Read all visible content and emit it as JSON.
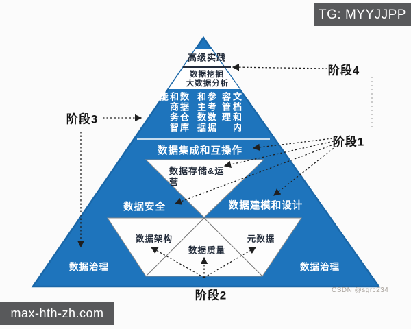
{
  "watermarks": {
    "tg_banner": "TG: MYYJJPP",
    "site_banner": "max-hth-zh.com",
    "csdn": "CSDN @sgrc234"
  },
  "colors": {
    "pyramid_blue": "#1e74bc",
    "pyramid_edge": "#1a67a8",
    "banner_gray": "#58595b",
    "dark_text": "#232c3b"
  },
  "stages": {
    "stage1": "阶段1",
    "stage2": "阶段2",
    "stage3": "阶段3",
    "stage4": "阶段4"
  },
  "pyramid": {
    "top_box": {
      "line1": "高级实践",
      "line2": "数据挖掘",
      "line3": "大数据分析"
    },
    "columns": [
      "能",
      "和商务智",
      "数据仓库",
      "和主数据",
      "参考数据",
      "容管理",
      "文档和内"
    ],
    "integration": "数据集成和互操作",
    "storage_line1": "数据存储&运",
    "storage_line2": "营",
    "security": "数据安全",
    "modeling": "数据建模和设计",
    "architecture": "数据架构",
    "quality": "数据质量",
    "metadata": "元数据",
    "governance_left": "数据治理",
    "governance_right": "数据治理"
  }
}
